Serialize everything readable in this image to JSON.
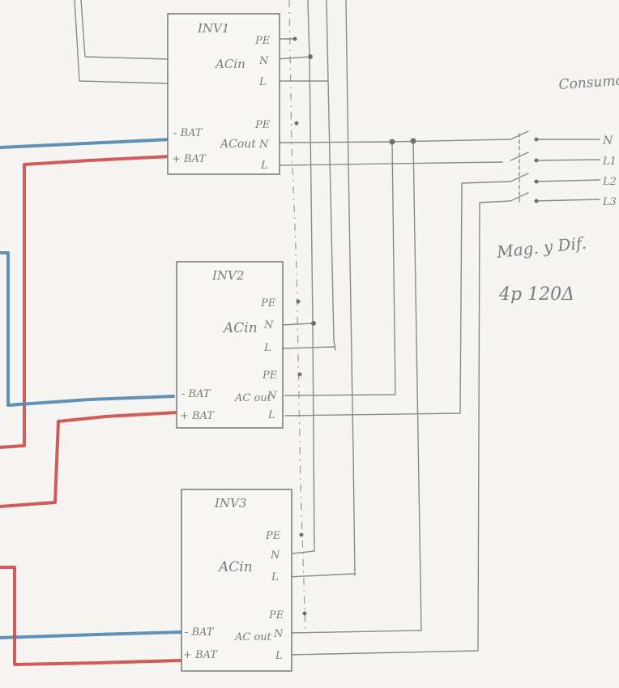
{
  "inverters": [
    {
      "title": "INV1",
      "ac_in": "ACin",
      "ac_out": "ACout",
      "terms_in": [
        "PE",
        "N",
        "L"
      ],
      "terms_out": [
        "PE",
        "N",
        "L"
      ],
      "bat_neg": "- BAT",
      "bat_pos": "+ BAT"
    },
    {
      "title": "INV2",
      "ac_in": "ACin",
      "ac_out": "AC out",
      "terms_in": [
        "PE",
        "N",
        "L"
      ],
      "terms_out": [
        "PE",
        "N",
        "L"
      ],
      "bat_neg": "- BAT",
      "bat_pos": "+ BAT"
    },
    {
      "title": "INV3",
      "ac_in": "ACin",
      "ac_out": "AC out",
      "terms_in": [
        "PE",
        "N",
        "L"
      ],
      "terms_out": [
        "PE",
        "N",
        "L"
      ],
      "bat_neg": "- BAT",
      "bat_pos": "+ BAT"
    }
  ],
  "breaker": {
    "label_line1": "Mag. y Dif.",
    "label_line2": "4p 120Δ"
  },
  "consumer_label": "Consumo",
  "outputs": [
    "N",
    "L1",
    "L2",
    "L3"
  ],
  "colors": {
    "battery_negative": "#4f87b3",
    "battery_positive": "#cc4a48",
    "pencil": "#8a8a90"
  }
}
